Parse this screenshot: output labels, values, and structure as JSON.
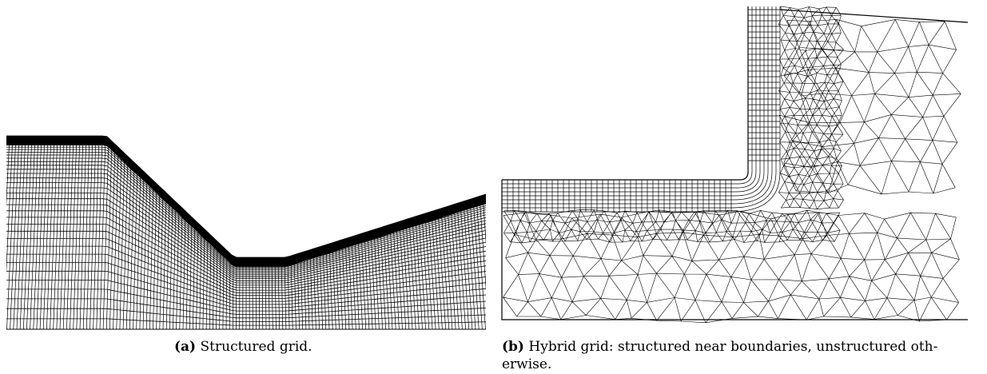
{
  "figure": {
    "panel_a": {
      "caption_label": "(a)",
      "caption_text": "Structured grid."
    },
    "panel_b": {
      "caption_label": "(b)",
      "caption_text": "Hybrid grid: structured near boundaries, unstructured oth- erwise."
    }
  },
  "colors": {
    "grid_line": "#000000",
    "background": "#ffffff"
  }
}
